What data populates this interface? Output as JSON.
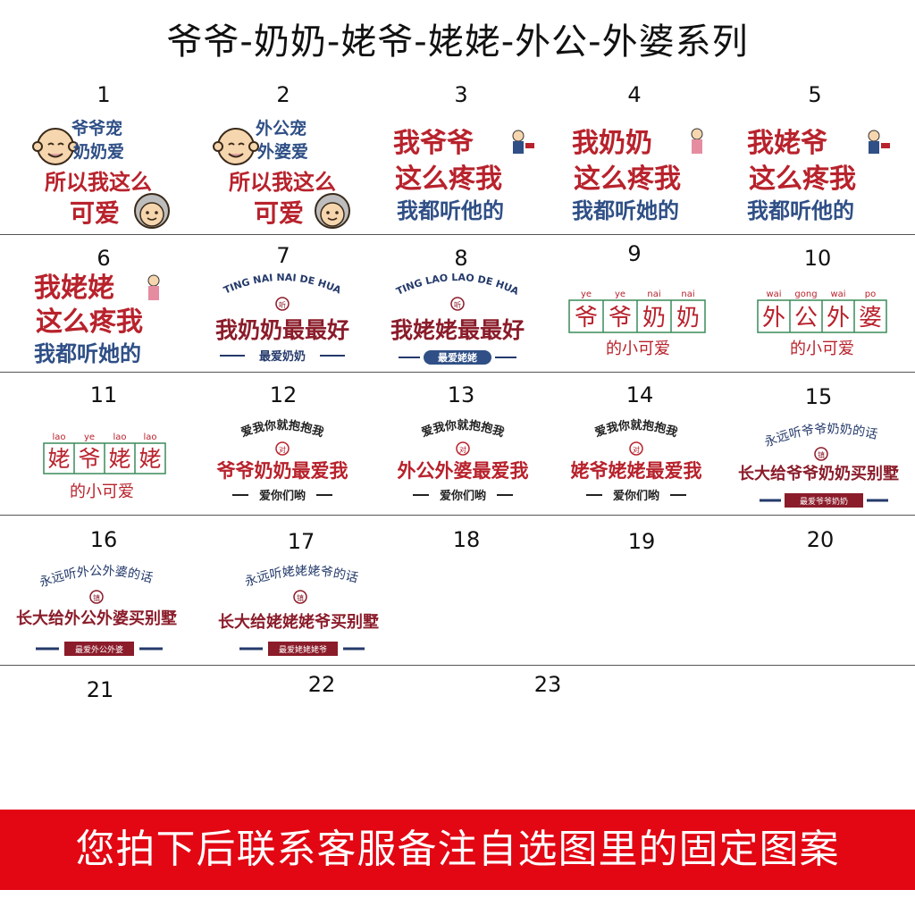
{
  "title": "爷爷-奶奶-姥爷-姥姥-外公-外婆系列",
  "numbers": [
    "1",
    "2",
    "3",
    "4",
    "5",
    "6",
    "7",
    "8",
    "9",
    "10",
    "11",
    "12",
    "13",
    "14",
    "15",
    "16",
    "17",
    "18",
    "19",
    "20",
    "21",
    "22",
    "23"
  ],
  "designs": {
    "d1": {
      "l1": "爷爷宠",
      "l2": "奶奶爱",
      "l3": "所以我这么",
      "l4": "可爱"
    },
    "d2": {
      "l1": "外公宠",
      "l2": "外婆爱",
      "l3": "所以我这么",
      "l4": "可爱"
    },
    "d3": {
      "l1": "我爷爷",
      "l2": "这么疼我",
      "l3": "我都听他的"
    },
    "d4": {
      "l1": "我奶奶",
      "l2": "这么疼我",
      "l3": "我都听她的"
    },
    "d5": {
      "l1": "我姥爷",
      "l2": "这么疼我",
      "l3": "我都听他的"
    },
    "d6": {
      "l1": "我姥姥",
      "l2": "这么疼我",
      "l3": "我都听她的"
    },
    "d7": {
      "arc": "TING NAI NAI DE HUA",
      "icon": "听",
      "main": "我奶奶最最好",
      "sub": "最爱奶奶"
    },
    "d8": {
      "arc": "TING LAO LAO DE HUA",
      "icon": "听",
      "main": "我姥姥最最好",
      "sub": "最爱姥姥"
    },
    "d9": {
      "py": [
        "ye",
        "ye",
        "nai",
        "nai"
      ],
      "chars": [
        "爷",
        "爷",
        "奶",
        "奶"
      ],
      "sub": "的小可爱"
    },
    "d10": {
      "py": [
        "wai",
        "gong",
        "wai",
        "po"
      ],
      "chars": [
        "外",
        "公",
        "外",
        "婆"
      ],
      "sub": "的小可爱"
    },
    "d11": {
      "py": [
        "lao",
        "ye",
        "lao",
        "lao"
      ],
      "chars": [
        "姥",
        "爷",
        "姥",
        "姥"
      ],
      "sub": "的小可爱"
    },
    "d12": {
      "arc": "爱我你就抱抱我",
      "icon": "对",
      "main": "爷爷奶奶最爱我",
      "sub": "爱你们哟"
    },
    "d13": {
      "arc": "爱我你就抱抱我",
      "icon": "对",
      "main": "外公外婆最爱我",
      "sub": "爱你们哟"
    },
    "d14": {
      "arc": "爱我你就抱抱我",
      "icon": "对",
      "main": "姥爷姥姥最爱我",
      "sub": "爱你们哟"
    },
    "d15": {
      "arc": "永远听爷爷奶奶的话",
      "icon": "镇",
      "main": "长大给爷爷奶奶买别墅",
      "sub": "最爱爷爷奶奶"
    },
    "d16": {
      "arc": "永远听外公外婆的话",
      "icon": "镇",
      "main": "长大给外公外婆买别墅",
      "sub": "最爱外公外婆"
    },
    "d17": {
      "arc": "永远听姥姥姥爷的话",
      "icon": "镇",
      "main": "长大给姥姥姥爷买别墅",
      "sub": "最爱姥姥姥爷"
    }
  },
  "banner": "您拍下后联系客服备注自选图里的固定图案",
  "colors": {
    "red": "#b8222c",
    "blue": "#2f4f86",
    "maroon": "#8b1c2a",
    "navy": "#243a6b",
    "green": "#3a8a5a",
    "orange": "#e9a23b",
    "banner": "#e30613"
  }
}
